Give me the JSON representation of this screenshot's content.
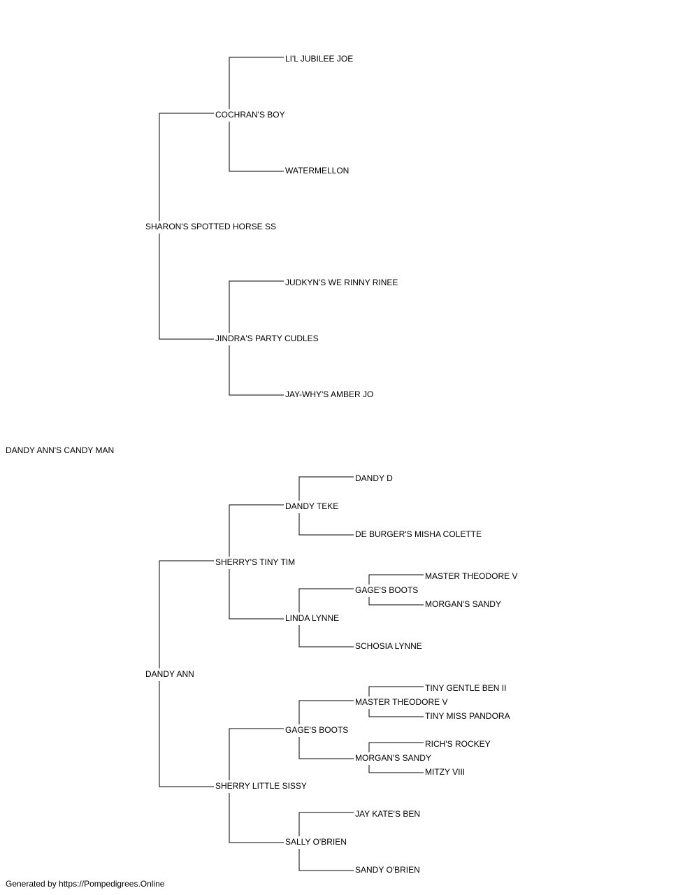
{
  "pedigree": {
    "subject": "DANDY ANN'S CANDY MAN",
    "sire": "SHARON'S SPOTTED HORSE SS",
    "sire_sire": "COCHRAN'S BOY",
    "sire_sire_sire": "LI'L JUBILEE JOE",
    "sire_sire_dam": "WATERMELLON",
    "sire_dam": "JINDRA'S PARTY CUDLES",
    "sire_dam_sire": "JUDKYN'S WE RINNY RINEE",
    "sire_dam_dam": "JAY-WHY'S AMBER JO",
    "dam": "DANDY ANN",
    "dam_sire": "SHERRY'S TINY TIM",
    "dam_sire_sire": "DANDY TEKE",
    "dam_sire_sire_sire": "DANDY D",
    "dam_sire_sire_dam": "DE BURGER'S MISHA COLETTE",
    "dam_sire_dam": "LINDA LYNNE",
    "dam_sire_dam_sire": "GAGE'S BOOTS",
    "dam_sire_dam_sire_sire": "MASTER THEODORE V",
    "dam_sire_dam_sire_dam": "MORGAN'S SANDY",
    "dam_sire_dam_dam": "SCHOSIA LYNNE",
    "dam_dam": "SHERRY LITTLE SISSY",
    "dam_dam_sire": "GAGE'S BOOTS",
    "dam_dam_sire_sire": "MASTER THEODORE V",
    "dam_dam_sire_sire_sire": "TINY GENTLE BEN II",
    "dam_dam_sire_sire_dam": "TINY MISS PANDORA",
    "dam_dam_sire_dam": "MORGAN'S SANDY",
    "dam_dam_sire_dam_sire": "RICH'S ROCKEY",
    "dam_dam_sire_dam_dam": "MITZY VIII",
    "dam_dam_dam": "SALLY O'BRIEN",
    "dam_dam_dam_sire": "JAY KATE'S BEN",
    "dam_dam_dam_dam": "SANDY O'BRIEN"
  },
  "footer": "Generated by https://Pompedigrees.Online",
  "colors": {
    "line": "#000000",
    "text": "#000000",
    "background": "#ffffff"
  }
}
